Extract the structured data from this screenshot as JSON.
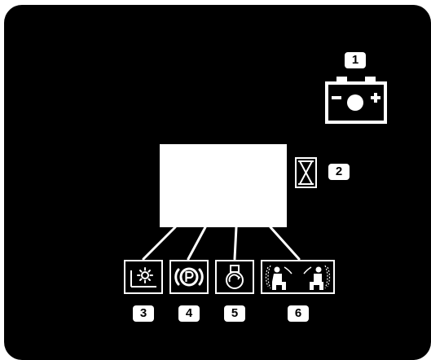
{
  "colors": {
    "background": "#000000",
    "foreground": "#ffffff",
    "page": "#ffffff"
  },
  "indicators": [
    {
      "number": "1",
      "icon": "battery-icon"
    },
    {
      "number": "2",
      "icon": "hourglass-icon"
    },
    {
      "number": "3",
      "icon": "sun-in-box-icon"
    },
    {
      "number": "4",
      "icon": "parking-brake-icon"
    },
    {
      "number": "5",
      "icon": "engine-coolant-icon"
    },
    {
      "number": "6",
      "icon": "seated-operators-icon"
    }
  ]
}
